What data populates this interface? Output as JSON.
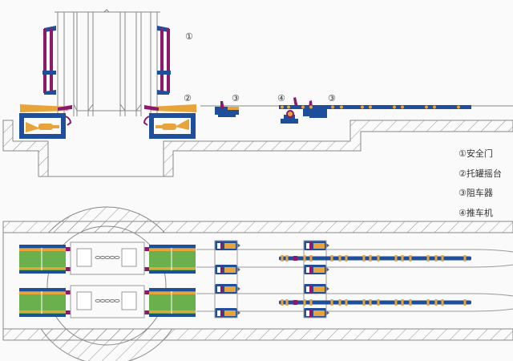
{
  "title": "罐笼进出车设备布置示意图",
  "callouts": {
    "safety_gate": "①",
    "cage_platform_left": "②",
    "car_stopper_left": "③",
    "car_pusher": "④",
    "car_stopper_right": "③"
  },
  "legend": {
    "items": [
      {
        "num": "①",
        "label": "安全门"
      },
      {
        "num": "②",
        "label": "托罐摇台"
      },
      {
        "num": "③",
        "label": "阻车器"
      },
      {
        "num": "④",
        "label": "推车机"
      }
    ]
  },
  "colors": {
    "frame_blue": "#1f4e9a",
    "mechanism_orange": "#e7a43a",
    "gate_purple": "#8b1a6b",
    "track_green": "#6ab04c",
    "hatch_line": "#777777",
    "outline": "#888888",
    "background": "#fafafa"
  }
}
